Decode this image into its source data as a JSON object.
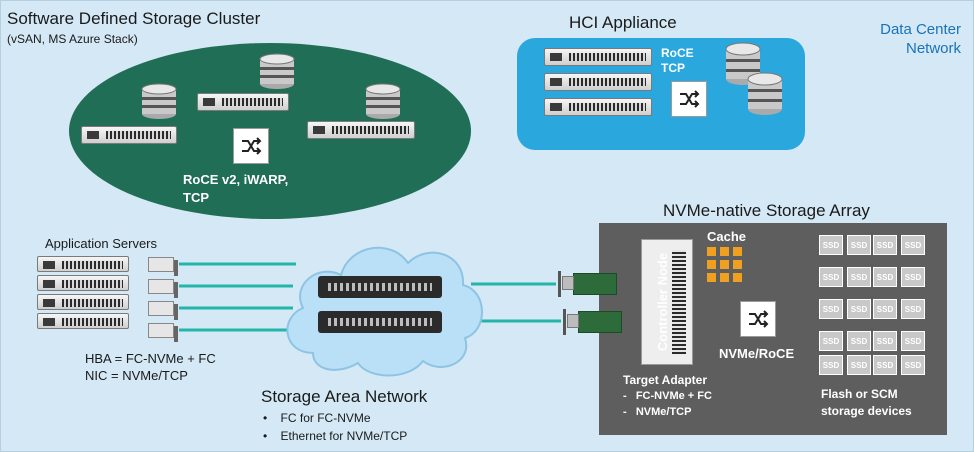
{
  "corner_label": "Data Center\nNetwork",
  "sds_cluster": {
    "title": "Software Defined Storage Cluster",
    "subtitle": "(vSAN, MS Azure Stack)",
    "protocols": "RoCE v2, iWARP,\nTCP",
    "oval_color": "#1f6e55"
  },
  "hci": {
    "title": "HCI Appliance",
    "protocols": "RoCE\nTCP",
    "panel_color": "#2aa7dd"
  },
  "array": {
    "title": "NVMe-native Storage Array",
    "cache_label": "Cache",
    "controller_label": "Controller Node",
    "fabric_label": "NVMe/RoCE",
    "target_adapter": {
      "heading": "Target Adapter",
      "items": [
        "-   FC-NVMe + FC",
        "-   NVMe/TCP"
      ]
    },
    "flash_label": "Flash or SCM\nstorage devices",
    "ssd_label": "SSD",
    "panel_color": "#5e5e5e",
    "cache_color": "#f0a020"
  },
  "servers": {
    "title": "Application Servers",
    "hba_line": "HBA = FC-NVMe + FC",
    "nic_line": "NIC = NVMe/TCP"
  },
  "san": {
    "title": "Storage Area Network",
    "bullets": [
      "FC for FC-NVMe",
      "Ethernet for NVMe/TCP"
    ],
    "link_color": "#22b5a8"
  }
}
